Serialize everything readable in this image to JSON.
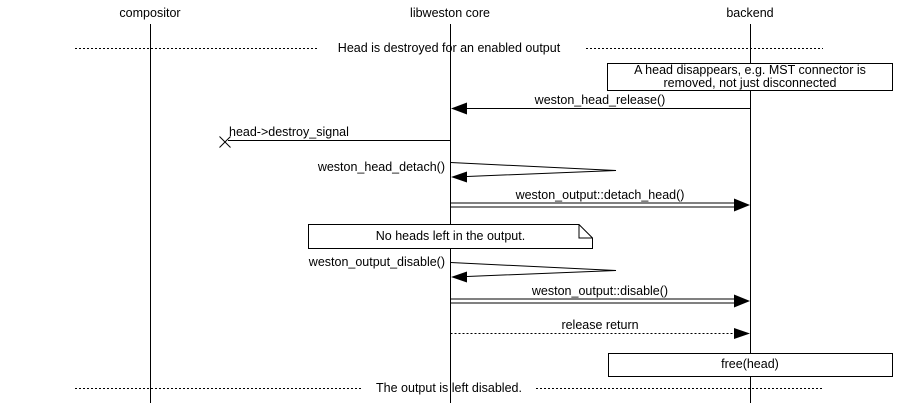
{
  "diagram": {
    "title_context": "libweston head destroy sequence",
    "participants": [
      {
        "id": "compositor",
        "label": "compositor"
      },
      {
        "id": "libweston-core",
        "label": "libweston core"
      },
      {
        "id": "backend",
        "label": "backend"
      }
    ],
    "dividers": [
      {
        "id": "top",
        "label": "Head is destroyed for an enabled output"
      },
      {
        "id": "bottom",
        "label": "The output is left disabled."
      }
    ],
    "notes": [
      {
        "id": "mst-note",
        "line1": "A head disappears, e.g. MST connector is",
        "line2": "removed, not just disconnected"
      },
      {
        "id": "no-heads-note",
        "text": "No heads left in the output."
      }
    ],
    "messages": [
      {
        "id": "release",
        "label": "weston_head_release()",
        "from": "backend",
        "to": "libweston core",
        "style": "solid"
      },
      {
        "id": "destroy-signal",
        "label": "head->destroy_signal",
        "from": "libweston core",
        "to": "lost",
        "style": "lost"
      },
      {
        "id": "head-detach",
        "label": "weston_head_detach()",
        "from": "libweston core",
        "to": "libweston core",
        "style": "self"
      },
      {
        "id": "detach-head",
        "label": "weston_output::detach_head()",
        "from": "libweston core",
        "to": "backend",
        "style": "double"
      },
      {
        "id": "output-disable",
        "label": "weston_output_disable()",
        "from": "libweston core",
        "to": "libweston core",
        "style": "self"
      },
      {
        "id": "disable",
        "label": "weston_output::disable()",
        "from": "libweston core",
        "to": "backend",
        "style": "double"
      },
      {
        "id": "release-return",
        "label": "release return",
        "from": "libweston core",
        "to": "backend",
        "style": "dotted"
      }
    ],
    "action_box": {
      "label": "free(head)"
    },
    "colors": {
      "stroke": "#000000",
      "background": "#ffffff"
    }
  }
}
